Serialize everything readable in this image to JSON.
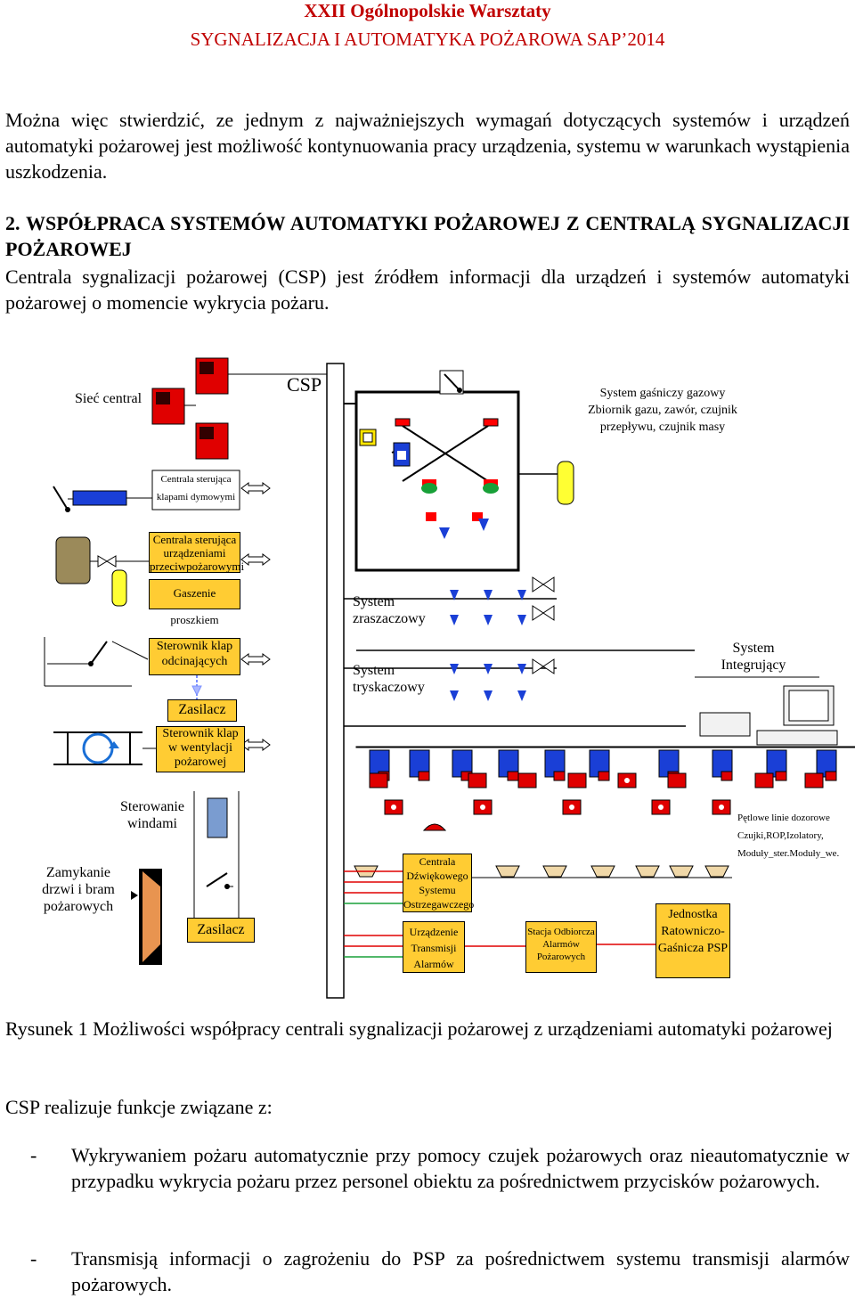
{
  "header": {
    "line1": "XXII Ogólnopolskie Warsztaty",
    "line2": "SYGNALIZACJA I AUTOMATYKA POŻAROWA SAP’2014"
  },
  "intro_paragraph": "Można więc stwierdzić, ze jednym z najważniejszych wymagań dotyczących systemów i urządzeń automatyki pożarowej jest możliwość kontynuowania pracy urządzenia, systemu w warunkach wystąpienia uszkodzenia.",
  "section": {
    "title": "2. WSPÓŁPRACA SYSTEMÓW AUTOMATYKI POŻAROWEJ Z CENTRALĄ SYGNALIZACJI POŻAROWEJ",
    "body": "Centrala sygnalizacji pożarowej (CSP) jest źródłem informacji dla urządzeń i systemów automatyki pożarowej o momencie wykrycia pożaru."
  },
  "figure": {
    "csp": "CSP",
    "siec_central": "Sieć central",
    "centrala_klapami_1": "Centrala sterująca",
    "centrala_klapami_2": "klapami dymowymi",
    "system_gasniczy": "System gaśniczy gazowy Zbiornik gazu, zawór, czujnik przepływu, czujnik masy",
    "centrala_urz": "Centrala sterująca urządzeniami przeciwpożarowymi",
    "gaszenie_proszkiem": "Gaszenie proszkiem",
    "system_zraszaczowy": "System zraszaczowy",
    "system_tryskaczowy": "System tryskaczowy",
    "system_integrujacy": "System Integrujący",
    "sterownik_klap_odc": "Sterownik klap odcinających",
    "zasilacz_1": "Zasilacz",
    "sterownik_klap_went": "Sterownik klap w wentylacji pożarowej",
    "sterowanie_windami": "Sterowanie windami",
    "zamykanie_drzwi": "Zamykanie drzwi i bram pożarowych",
    "zasilacz_2": "Zasilacz",
    "petlowe_1": "Pętlowe linie dozorowe",
    "petlowe_2": "Czujki,ROP,Izolatory,",
    "petlowe_3": "Moduły_ster.Moduły_we.",
    "centrala_dzwiekowego": "Centrala Dźwiękowego Systemu Ostrzegawczego",
    "urzadzenie_transmisji": "Urządzenie Transmisji Alarmów",
    "stacja_odbiorcza": "Stacja Odbiorcza Alarmów Pożarowych",
    "jednostka": "Jednostka Ratowniczo-Gaśnicza PSP"
  },
  "caption": "Rysunek 1 Możliwości współpracy centrali sygnalizacji pożarowej z urządzeniami automatyki pożarowej",
  "csp_intro": "CSP realizuje funkcje związane z:",
  "bullets": [
    {
      "dash": "-",
      "text": "Wykrywaniem pożaru automatycznie przy pomocy czujek pożarowych oraz nieautomatycznie w przypadku wykrycia pożaru przez personel obiektu za pośrednictwem przycisków pożarowych."
    },
    {
      "dash": "-",
      "text": "Transmisją informacji o zagrożeniu do PSP za pośrednictwem systemu transmisji alarmów pożarowych."
    }
  ],
  "colors": {
    "header": "#c00000",
    "orange_box": "#ffcc33",
    "device_red": "#e00000",
    "device_blue": "#1a3fd6",
    "device_green": "#18a038",
    "panel_olive": "#9b8a5a"
  }
}
